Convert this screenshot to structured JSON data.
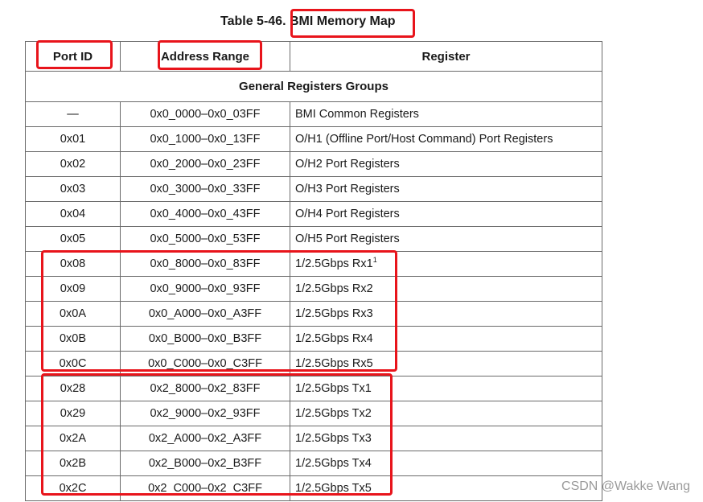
{
  "title": {
    "prefix": "Table 5-46.",
    "name": "BMI Memory Map"
  },
  "headers": {
    "port_id": "Port ID",
    "address_range": "Address Range",
    "register": "Register"
  },
  "group_label": "General Registers Groups",
  "rows": [
    {
      "port_id": "—",
      "address": "0x0_0000–0x0_03FF",
      "register": "BMI Common Registers",
      "sup": ""
    },
    {
      "port_id": "0x01",
      "address": "0x0_1000–0x0_13FF",
      "register": "O/H1 (Offline Port/Host Command) Port Registers",
      "sup": ""
    },
    {
      "port_id": "0x02",
      "address": "0x0_2000–0x0_23FF",
      "register": "O/H2 Port Registers",
      "sup": ""
    },
    {
      "port_id": "0x03",
      "address": "0x0_3000–0x0_33FF",
      "register": "O/H3 Port Registers",
      "sup": ""
    },
    {
      "port_id": "0x04",
      "address": "0x0_4000–0x0_43FF",
      "register": "O/H4 Port Registers",
      "sup": ""
    },
    {
      "port_id": "0x05",
      "address": "0x0_5000–0x0_53FF",
      "register": "O/H5 Port Registers",
      "sup": ""
    },
    {
      "port_id": "0x08",
      "address": "0x0_8000–0x0_83FF",
      "register": "1/2.5Gbps Rx1",
      "sup": "1"
    },
    {
      "port_id": "0x09",
      "address": "0x0_9000–0x0_93FF",
      "register": "1/2.5Gbps Rx2",
      "sup": ""
    },
    {
      "port_id": "0x0A",
      "address": "0x0_A000–0x0_A3FF",
      "register": "1/2.5Gbps Rx3",
      "sup": ""
    },
    {
      "port_id": "0x0B",
      "address": "0x0_B000–0x0_B3FF",
      "register": "1/2.5Gbps Rx4",
      "sup": ""
    },
    {
      "port_id": "0x0C",
      "address": "0x0_C000–0x0_C3FF",
      "register": "1/2.5Gbps Rx5",
      "sup": ""
    },
    {
      "port_id": "0x28",
      "address": "0x2_8000–0x2_83FF",
      "register": "1/2.5Gbps Tx1",
      "sup": ""
    },
    {
      "port_id": "0x29",
      "address": "0x2_9000–0x2_93FF",
      "register": "1/2.5Gbps Tx2",
      "sup": ""
    },
    {
      "port_id": "0x2A",
      "address": "0x2_A000–0x2_A3FF",
      "register": "1/2.5Gbps Tx3",
      "sup": ""
    },
    {
      "port_id": "0x2B",
      "address": "0x2_B000–0x2_B3FF",
      "register": "1/2.5Gbps Tx4",
      "sup": ""
    },
    {
      "port_id": "0x2C",
      "address": "0x2_C000–0x2_C3FF",
      "register": "1/2.5Gbps Tx5",
      "sup": ""
    }
  ],
  "highlight_color": "#e8141b",
  "watermark": "CSDN @Wakke Wang"
}
